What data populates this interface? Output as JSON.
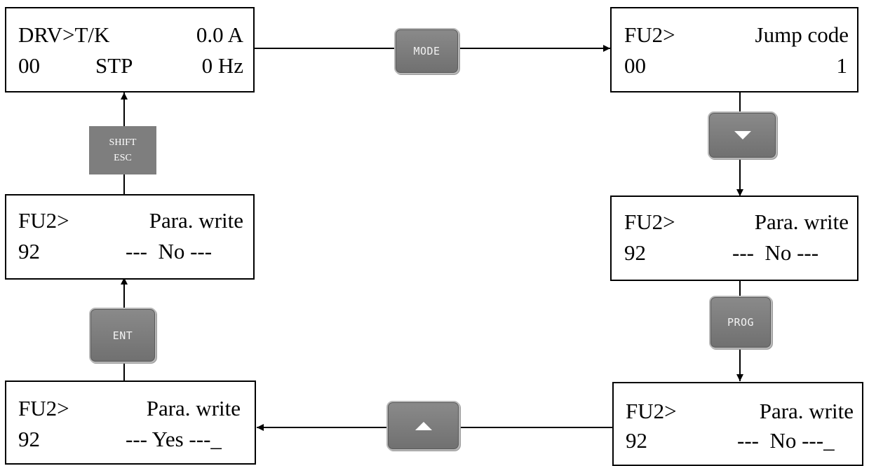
{
  "screens": {
    "drv": {
      "line1_left": "DRV>T/K",
      "line1_right": "0.0 A",
      "line2_left": "00",
      "line2_mid": "STP",
      "line2_right": "0 Hz"
    },
    "jump": {
      "line1_left": "FU2>",
      "line1_right": "Jump code",
      "line2_left": "00",
      "line2_right": "1"
    },
    "para_right": {
      "line1_left": "FU2>",
      "line1_right": "Para. write",
      "line2_left": "92",
      "line2_right": "---  No ---"
    },
    "para_edit_no": {
      "line1_left": "FU2>",
      "line1_right": "Para. write",
      "line2_left": "92",
      "line2_right": "---  No ---_"
    },
    "para_edit_yes": {
      "line1_left": "FU2>",
      "line1_right": "Para. write",
      "line2_left": "92",
      "line2_right": "--- Yes ---_"
    },
    "para_left": {
      "line1_left": "FU2>",
      "line1_right": "Para. write",
      "line2_left": "92",
      "line2_right": "---  No ---"
    }
  },
  "keys": {
    "mode": "MODE",
    "down": "down-arrow",
    "prog": "PROG",
    "up": "up-arrow",
    "ent": "ENT",
    "shift_esc": {
      "line1": "SHIFT",
      "line2": "ESC"
    }
  },
  "colors": {
    "line": "#000000",
    "key": "#7e7e7e",
    "key_text": "#f2f2f2"
  }
}
